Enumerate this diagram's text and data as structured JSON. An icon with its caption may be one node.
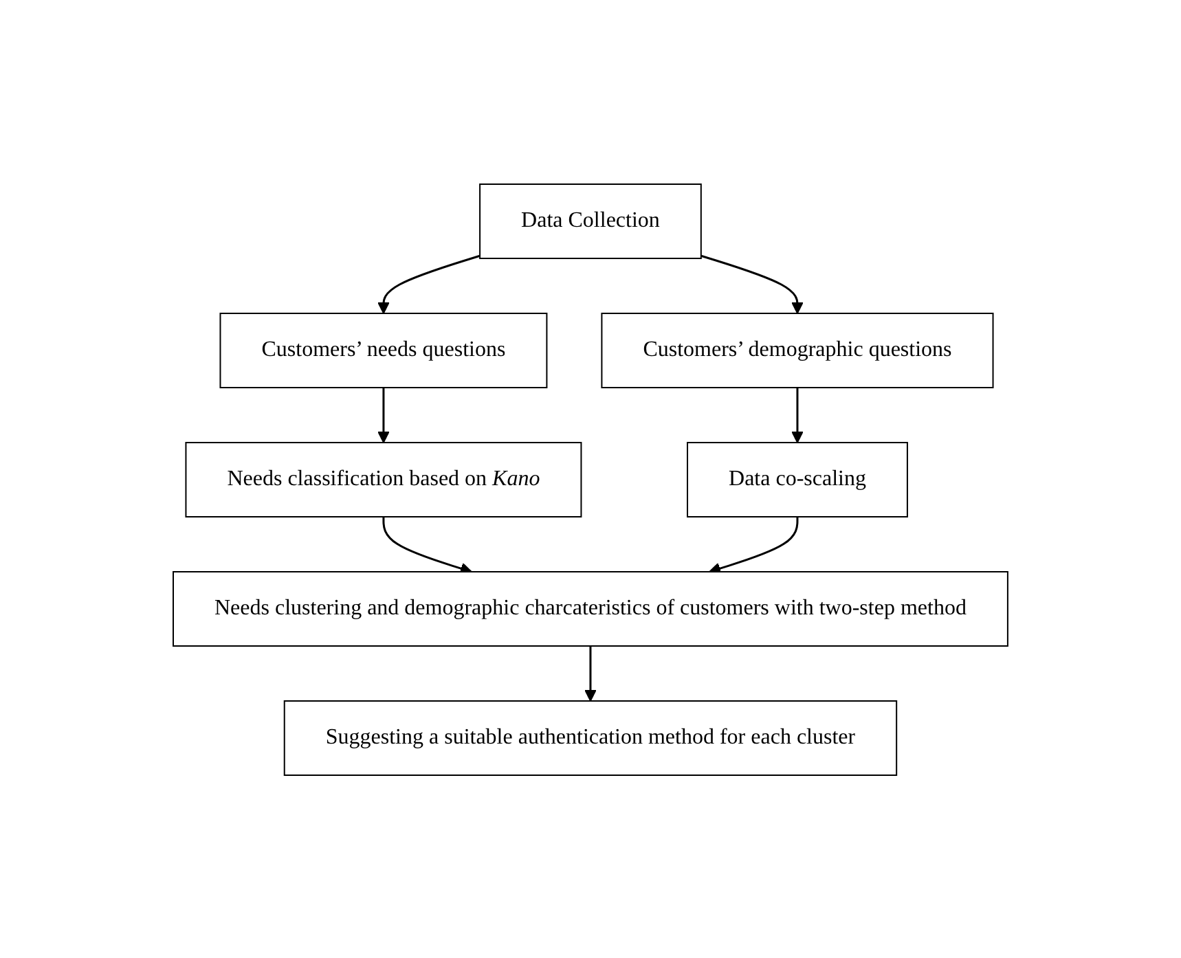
{
  "diagram": {
    "nodes": [
      {
        "text": [
          "Data Collection"
        ]
      },
      {
        "text": [
          "Customers’ needs questions"
        ]
      },
      {
        "text": [
          "Customers’ demographic questions"
        ]
      },
      {
        "text": [
          "Needs classification based on *Kano*"
        ]
      },
      {
        "text": [
          "Data co-scaling"
        ]
      },
      {
        "text": [
          "Needs clustering and demographic charcateristics of customers with two-step method"
        ]
      },
      {
        "text": [
          "Suggesting a suitable authentication method for each cluster"
        ]
      }
    ],
    "edges": [
      {
        "from": 0,
        "to": 1,
        "arrow": "to"
      },
      {
        "from": 0,
        "to": 2,
        "arrow": "to"
      },
      {
        "from": 1,
        "to": 3,
        "arrow": "to"
      },
      {
        "from": 2,
        "to": 4,
        "arrow": "to"
      },
      {
        "from": 3,
        "to": 5,
        "arrow": "to"
      },
      {
        "from": 4,
        "to": 5,
        "arrow": "to"
      },
      {
        "from": 5,
        "to": 6,
        "arrow": "to"
      }
    ]
  }
}
